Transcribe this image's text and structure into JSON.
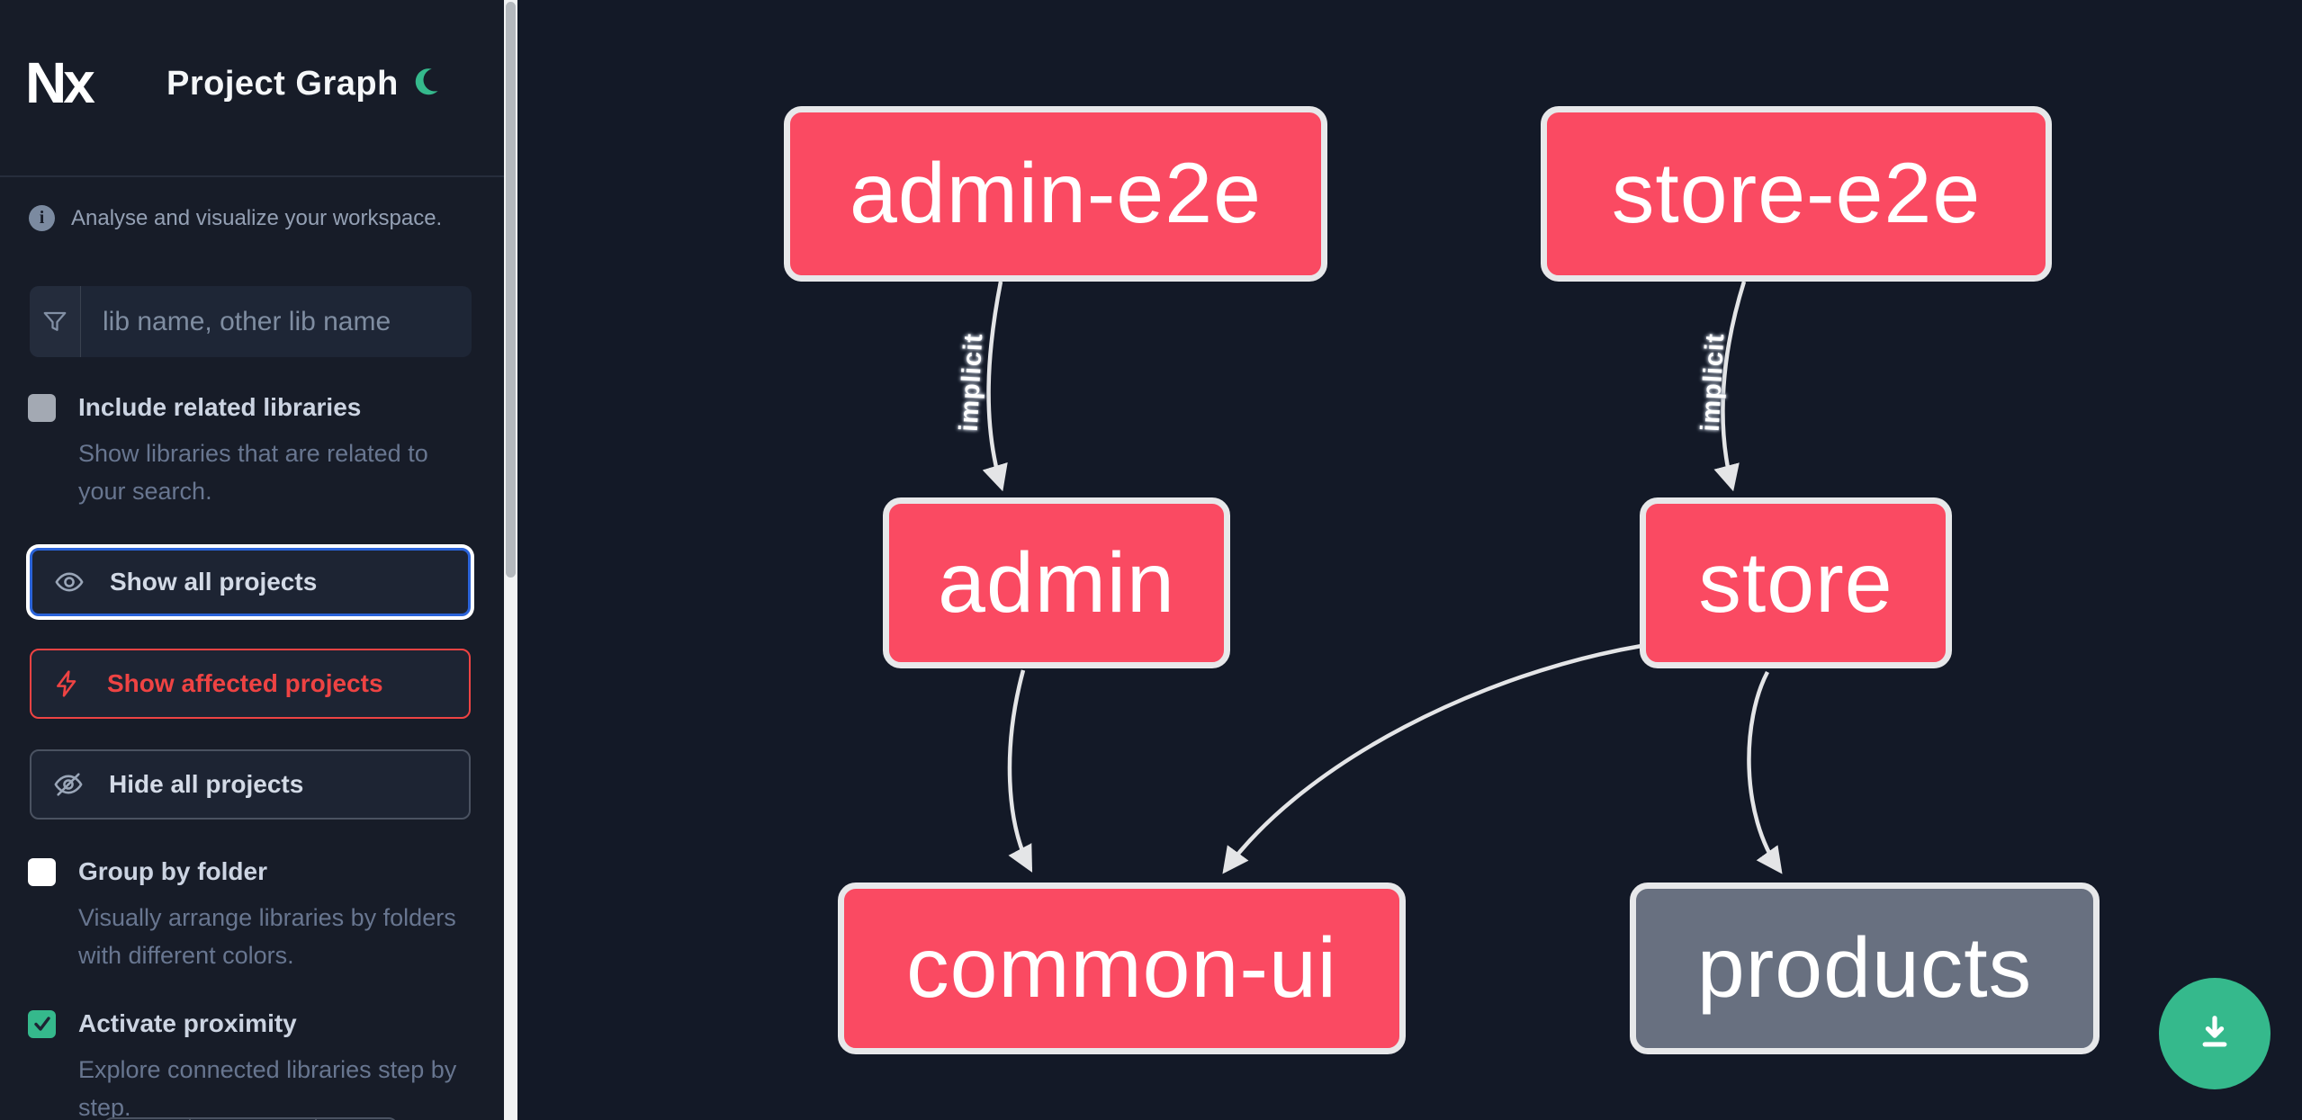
{
  "app": {
    "title": "Project Graph"
  },
  "info_text": "Analyse and visualize your workspace.",
  "search": {
    "placeholder": "lib name, other lib name"
  },
  "options": [
    {
      "label": "Include related libraries",
      "description": "Show libraries that are related to your search.",
      "checked": false
    },
    {
      "label": "Group by folder",
      "description": "Visually arrange libraries by folders with different colors.",
      "checked": false
    },
    {
      "label": "Activate proximity",
      "description": "Explore connected libraries step by step.",
      "checked": true
    }
  ],
  "actions": {
    "show_all": "Show all projects",
    "show_affected": "Show affected projects",
    "hide_all": "Hide all projects"
  },
  "graph": {
    "nodes": [
      {
        "id": "admin-e2e",
        "label": "admin-e2e",
        "type": "affected"
      },
      {
        "id": "store-e2e",
        "label": "store-e2e",
        "type": "affected"
      },
      {
        "id": "admin",
        "label": "admin",
        "type": "affected"
      },
      {
        "id": "store",
        "label": "store",
        "type": "affected"
      },
      {
        "id": "common-ui",
        "label": "common-ui",
        "type": "affected"
      },
      {
        "id": "products",
        "label": "products",
        "type": "default"
      }
    ],
    "edges": [
      {
        "from": "admin-e2e",
        "to": "admin",
        "label": "implicit"
      },
      {
        "from": "store-e2e",
        "to": "store",
        "label": "implicit"
      },
      {
        "from": "admin",
        "to": "common-ui",
        "label": ""
      },
      {
        "from": "store",
        "to": "common-ui",
        "label": ""
      },
      {
        "from": "store",
        "to": "products",
        "label": ""
      }
    ]
  },
  "logo_text": "Nx",
  "colors": {
    "affected_node": "#fa4a62",
    "default_node": "#687080",
    "node_border": "#e7e8ea",
    "edge": "#e4e5e7",
    "accent_green": "#35b98c",
    "accent_blue": "#2a63d9",
    "accent_red": "#ee4343"
  }
}
